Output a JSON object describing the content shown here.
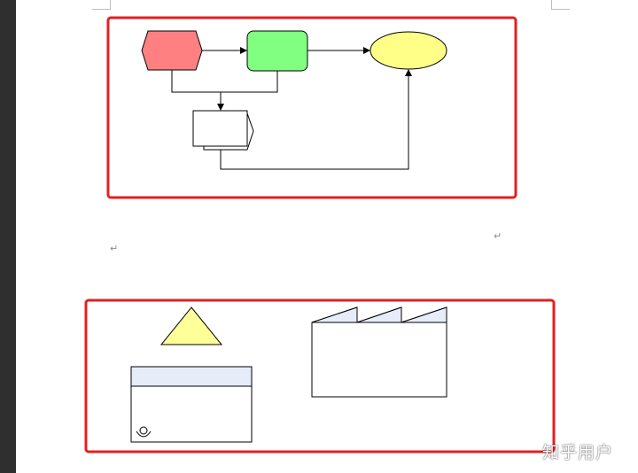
{
  "document": {
    "paragraph_mark_1": "↵",
    "paragraph_mark_2": "↵"
  },
  "watermark": {
    "text": "知乎用户"
  },
  "colors": {
    "frame_red": "#e02020",
    "hexagon_fill": "#ff8080",
    "rounded_box_fill": "#80ff80",
    "ellipse_fill": "#ffff88",
    "triangle_fill": "#ffff99",
    "header_band_fill": "#e6ecf8",
    "line": "#000000"
  },
  "diagram_top": {
    "shapes": [
      "hexagon-event",
      "rounded-function",
      "ellipse-terminal",
      "document-stack"
    ]
  },
  "diagram_bottom": {
    "shapes": [
      "triangle",
      "info-panel",
      "factory-building"
    ]
  }
}
